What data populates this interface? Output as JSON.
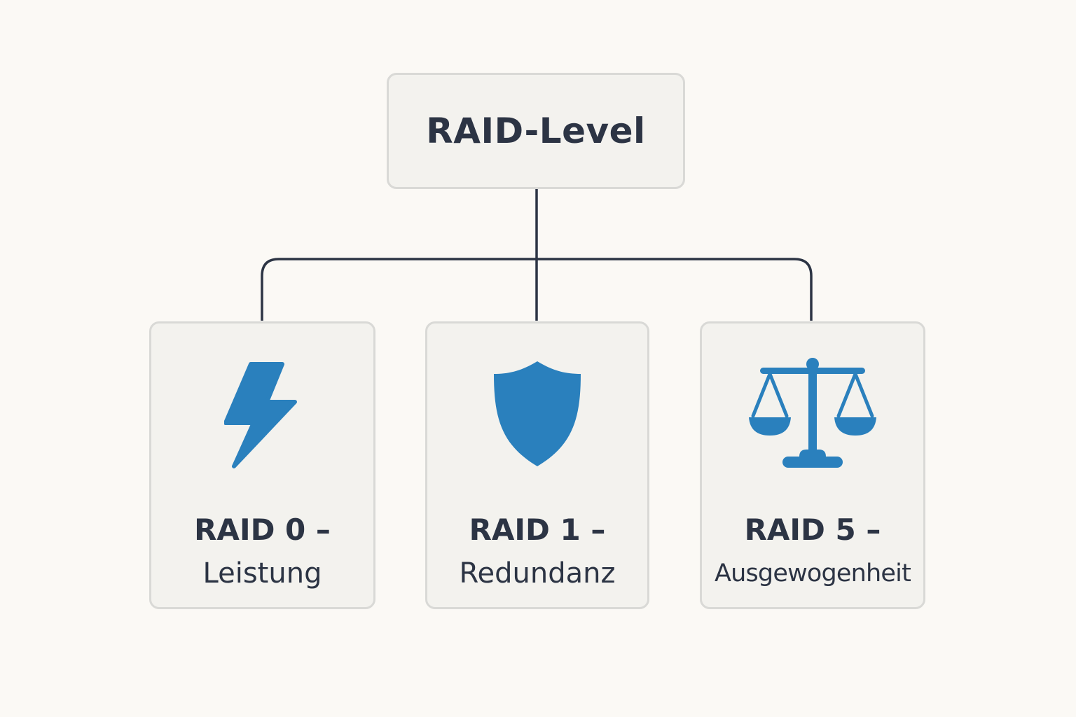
{
  "root": {
    "title": "RAID-Level"
  },
  "levels": [
    {
      "name": "RAID 0 –",
      "description": "Leistung",
      "icon": "lightning-icon"
    },
    {
      "name": "RAID 1 –",
      "description": "Redundanz",
      "icon": "shield-icon"
    },
    {
      "name": "RAID 5 –",
      "description": "Ausgewogenheit",
      "icon": "balance-scale-icon"
    }
  ],
  "colors": {
    "background": "#fbf9f5",
    "box_fill": "#f3f2ee",
    "box_border": "#d9d9d6",
    "text": "#2c3444",
    "connector": "#2c3444",
    "icon": "#2a80bd"
  }
}
